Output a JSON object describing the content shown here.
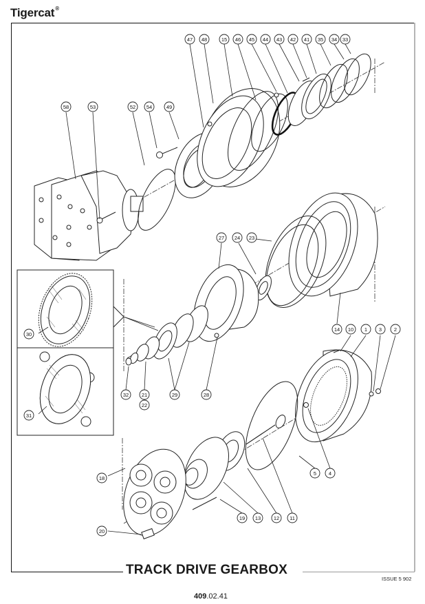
{
  "header": {
    "brand": "Tigercat",
    "brand_mark": "®"
  },
  "figure": {
    "title": "TRACK DRIVE GEARBOX",
    "issue": "ISSUE 5 902",
    "page_number_bold": "409",
    "page_number_rest": ".02.41",
    "callouts": [
      "1",
      "2",
      "3",
      "4",
      "5",
      "10",
      "11",
      "12",
      "13",
      "14",
      "15",
      "18",
      "19",
      "20",
      "21",
      "22",
      "23",
      "24",
      "27",
      "28",
      "29",
      "30",
      "31",
      "32",
      "33",
      "34",
      "35",
      "41",
      "42",
      "43",
      "44",
      "45",
      "46",
      "47",
      "48",
      "49",
      "52",
      "53",
      "54",
      "58"
    ],
    "inset_callouts": [
      "30",
      "31"
    ]
  }
}
